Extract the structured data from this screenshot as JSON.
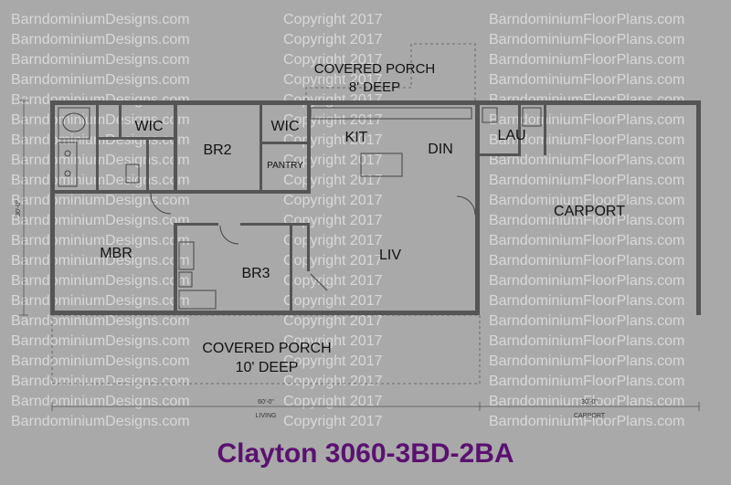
{
  "watermark": {
    "col1": "BarndominiumDesigns.com",
    "col2": "Copyright 2017",
    "col3": "BarndominiumFloorPlans.com"
  },
  "rooms": {
    "porch_top": "COVERED PORCH",
    "porch_top_depth": "8' DEEP",
    "wic1": "WIC",
    "wic2": "WIC",
    "br2": "BR2",
    "pantry": "PANTRY",
    "kit": "KIT",
    "din": "DIN",
    "lau": "LAU",
    "carport": "CARPORT",
    "mbr": "MBR",
    "br3": "BR3",
    "liv": "LIV",
    "porch_bottom": "COVERED PORCH",
    "porch_bottom_depth": "10' DEEP"
  },
  "dimensions": {
    "living_width": "60'-0\"",
    "living_label": "LIVING",
    "carport_width": "30'-0\"",
    "carport_label": "CARPORT",
    "depth": "30'-0\""
  },
  "title": "Clayton 3060-3BD-2BA"
}
